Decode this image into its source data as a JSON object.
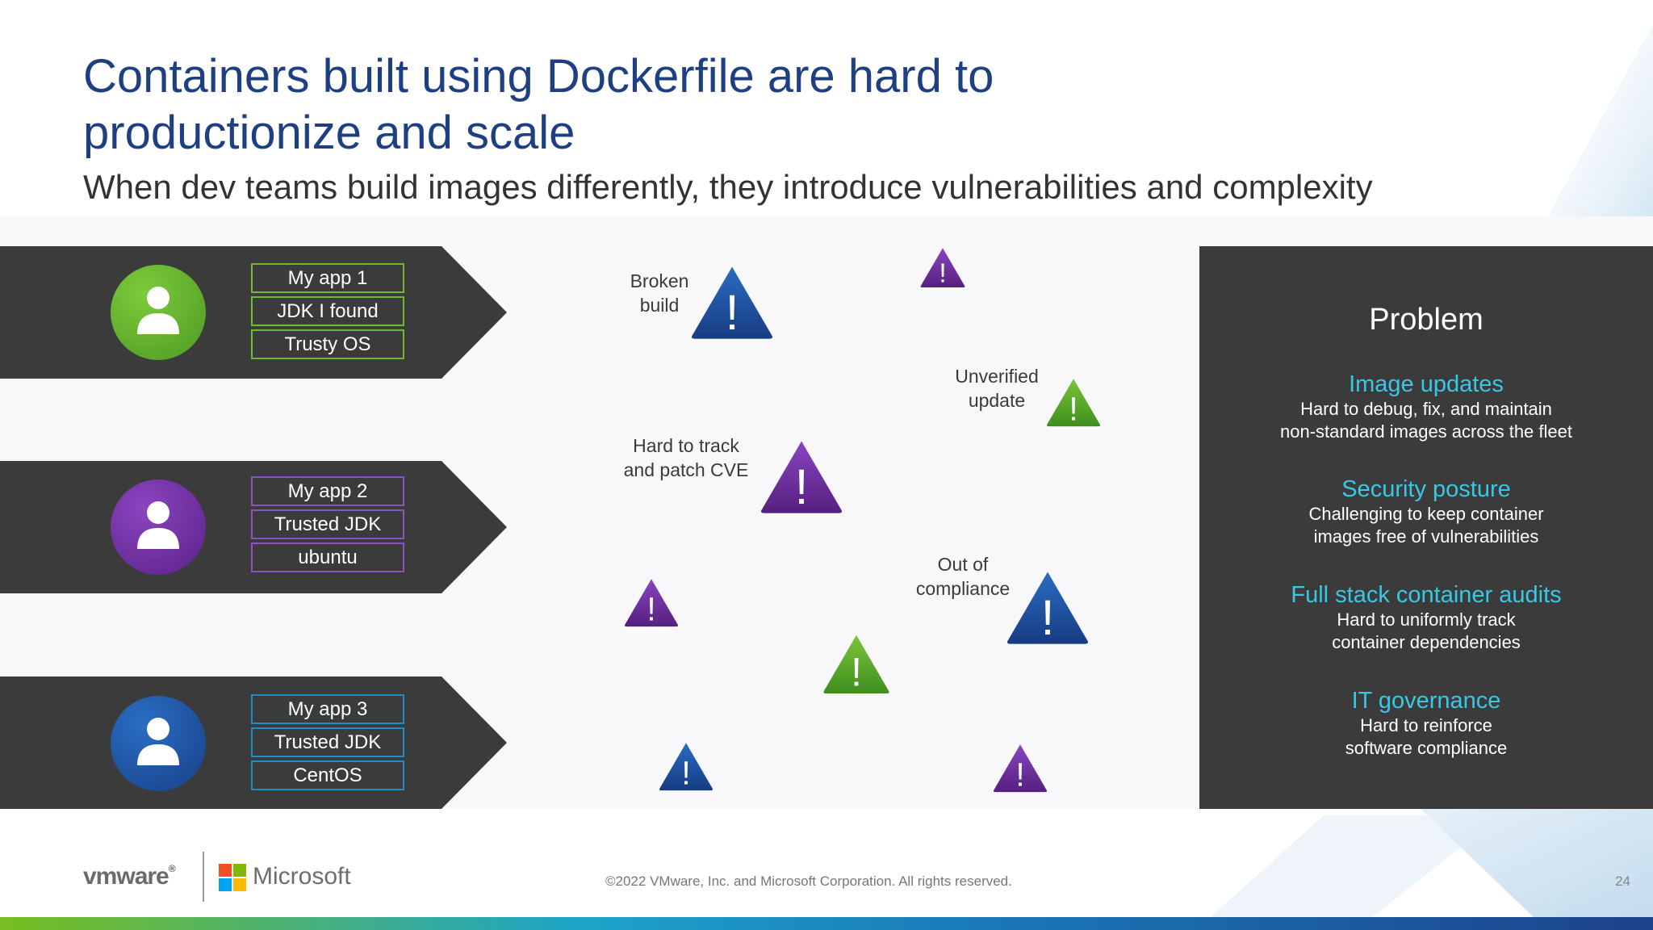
{
  "slide": {
    "title_lines": [
      "Containers built using Dockerfile are hard to",
      "productionize and scale"
    ],
    "subtitle": "When dev teams build images differently, they introduce vulnerabilities and complexity"
  },
  "teams": [
    {
      "color": "#5aae2d",
      "border": "#6dbb2e",
      "layers": [
        "My app 1",
        "JDK I found",
        "Trusty OS"
      ]
    },
    {
      "color": "#6b2c9e",
      "border": "#8a52c2",
      "layers": [
        "My app 2",
        "Trusted JDK",
        "ubuntu"
      ]
    },
    {
      "color": "#1f4e9c",
      "border": "#1e8cc8",
      "layers": [
        "My app 3",
        "Trusted JDK",
        "CentOS"
      ]
    }
  ],
  "warnings": {
    "broken_build": "Broken\nbuild",
    "unverified_update": "Unverified\nupdate",
    "hard_to_track": "Hard to track\nand patch CVE",
    "out_of_compliance": "Out of\ncompliance",
    "glyph": "!"
  },
  "problem": {
    "title": "Problem",
    "items": [
      {
        "heading": "Image updates",
        "desc": [
          "Hard to debug, fix, and maintain",
          "non-standard images across the fleet"
        ]
      },
      {
        "heading": "Security posture",
        "desc": [
          "Challenging to keep container",
          "images free of vulnerabilities"
        ]
      },
      {
        "heading": "Full stack container audits",
        "desc": [
          "Hard to uniformly track",
          "container dependencies"
        ]
      },
      {
        "heading": "IT governance",
        "desc": [
          "Hard to reinforce",
          "software compliance"
        ]
      }
    ]
  },
  "footer": {
    "vmware": "vmware",
    "microsoft": "Microsoft",
    "copyright": "©2022 VMware, Inc. and Microsoft Corporation. All rights reserved.",
    "page_number": "24"
  },
  "colors": {
    "title": "#1f3f83",
    "accent_cyan": "#38c8e6",
    "panel": "#3b3b3b",
    "warn_blue": "#1f4e9c",
    "warn_purple": "#6b2c9e",
    "warn_green": "#5aae2d"
  }
}
